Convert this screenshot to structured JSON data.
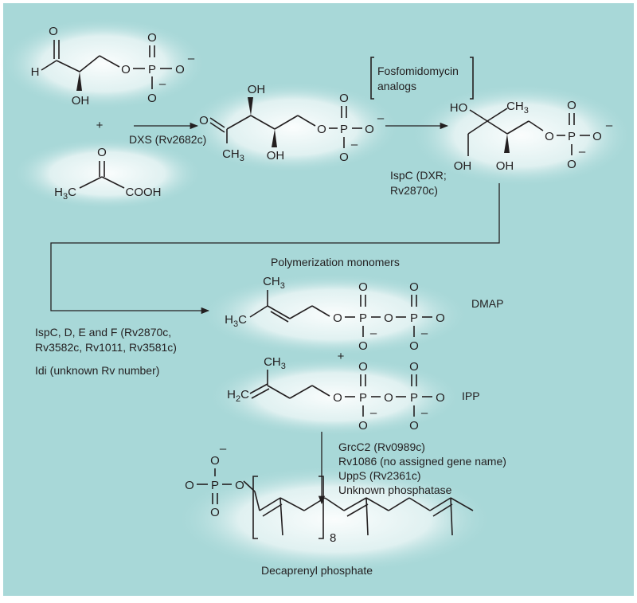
{
  "colors": {
    "panel": "#a8d8d8",
    "glow": "#e8f4f4",
    "ink": "#231f20"
  },
  "compounds": {
    "g3p": {
      "ald_H": "H",
      "ald_O": "O",
      "O_ester": "O",
      "P": "P",
      "O_top": "O",
      "O_right": "O",
      "O_bottom": "O",
      "OH": "OH",
      "minus": "–"
    },
    "pyruvate": {
      "O": "O",
      "H3C": "H",
      "H3C_sub": "3",
      "H3C_C": "C",
      "COOH": "COOH"
    },
    "plus1": "+",
    "dxp": {
      "O_ketone": "O",
      "CH3": "CH",
      "CH3_sub": "3",
      "OH_top": "OH",
      "OH_bottom": "OH",
      "O_ester": "O",
      "P": "P",
      "O_top": "O",
      "O_right": "O",
      "O_bottom": "O",
      "minus": "–"
    },
    "mep": {
      "HO": "HO",
      "CH3": "CH",
      "CH3_sub": "3",
      "OH_left": "OH",
      "OH_mid": "OH",
      "O_ester": "O",
      "P": "P",
      "O_top": "O",
      "O_right": "O",
      "O_bottom": "O",
      "minus": "–"
    },
    "dmap": {
      "CH3": "CH",
      "CH3_sub": "3",
      "H3C": "H",
      "H3C_sub": "3",
      "H3C_C": "C",
      "O1": "O",
      "P1": "P",
      "O_bridge": "O",
      "P2": "P",
      "O_top1": "O",
      "O_top2": "O",
      "O_bot1": "O",
      "O_bot2": "O",
      "O_end": "O",
      "minus": "–",
      "name": "DMAP"
    },
    "plus2": "+",
    "ipp": {
      "CH3": "CH",
      "CH3_sub": "3",
      "H2C": "H",
      "H2C_sub": "2",
      "H2C_C": "C",
      "O1": "O",
      "P1": "P",
      "O_bridge": "O",
      "P2": "P",
      "O_top1": "O",
      "O_top2": "O",
      "O_bot1": "O",
      "O_bot2": "O",
      "O_end": "O",
      "minus": "–",
      "name": "IPP"
    },
    "decaprenyl": {
      "O_top": "O",
      "O_left": "O",
      "P": "P",
      "O_bottom": "O",
      "O_ester": "O",
      "minus": "–",
      "n": "8",
      "name": "Decaprenyl phosphate"
    }
  },
  "enzymes": {
    "dxs": "DXS (Rv2682c)",
    "ispc_line1": "IspC (DXR;",
    "ispc_line2": "Rv2870c)",
    "inhibitor_line1": "Fosfomidomycin",
    "inhibitor_line2": "analogs",
    "ispcdef_line1": "IspC, D, E and F (Rv2870c,",
    "ispcdef_line2": "Rv3582c, Rv1011, Rv3581c)",
    "idi": "Idi (unknown Rv number)",
    "grcc2": "GrcC2 (Rv0989c)",
    "rv1086": "Rv1086 (no assigned gene name)",
    "upps": "UppS (Rv2361c)",
    "phosphatase": "Unknown phosphatase"
  },
  "section_title": "Polymerization monomers"
}
